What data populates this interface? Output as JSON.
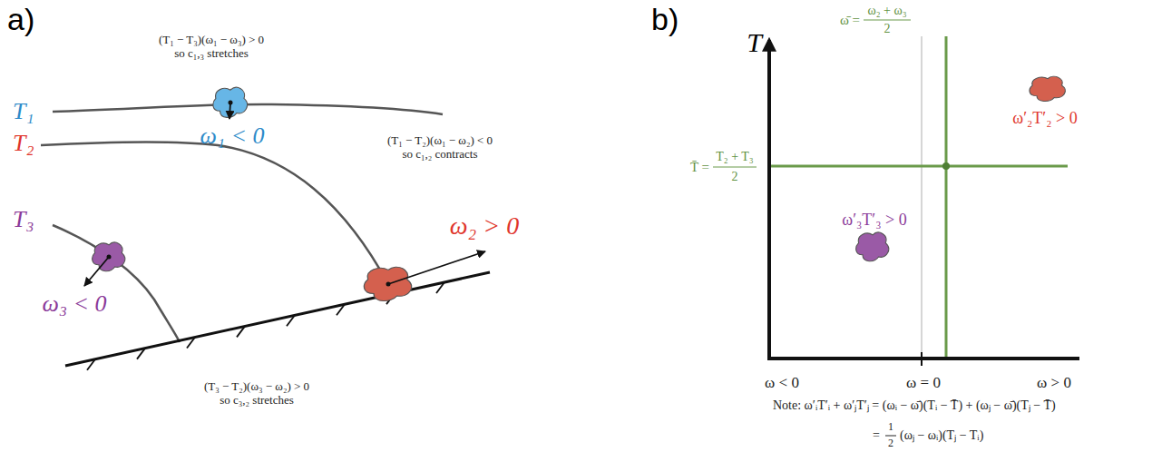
{
  "diagram": {
    "labels": [
      "a)",
      "(T₁ − T₃)(ω₁ − ω₃) > 0",
      "so c₁,₃ stretches",
      "T₁",
      "T₂",
      "T₃",
      "ω₁ < 0",
      "(T₁ − T₂)(ω₁ − ω₂) < 0",
      "so c₁,₂ contracts",
      "ω₂ > 0",
      "ω₃ < 0",
      "(T₃ − T₂)(ω₃ − ω₂) > 0",
      "so c₃,₂ stretches",
      "b)",
      "T",
      "ω̄ =",
      "ω₂ + ω₃",
      "2",
      "T̄ =",
      "T₂ + T₃",
      "2",
      "ω′₂T′₂ > 0",
      "ω′₃T′₃ > 0",
      "ω < 0",
      "ω = 0",
      "ω > 0",
      "Note: ω′ᵢT′ᵢ + ω′ⱼT′ⱼ = (ωᵢ − ω̄)(Tᵢ − T̄) + (ωⱼ − ω̄)(Tⱼ − T̄)",
      "=",
      "1",
      "2",
      "(ωⱼ − ωᵢ)(Tⱼ − Tᵢ)"
    ]
  }
}
